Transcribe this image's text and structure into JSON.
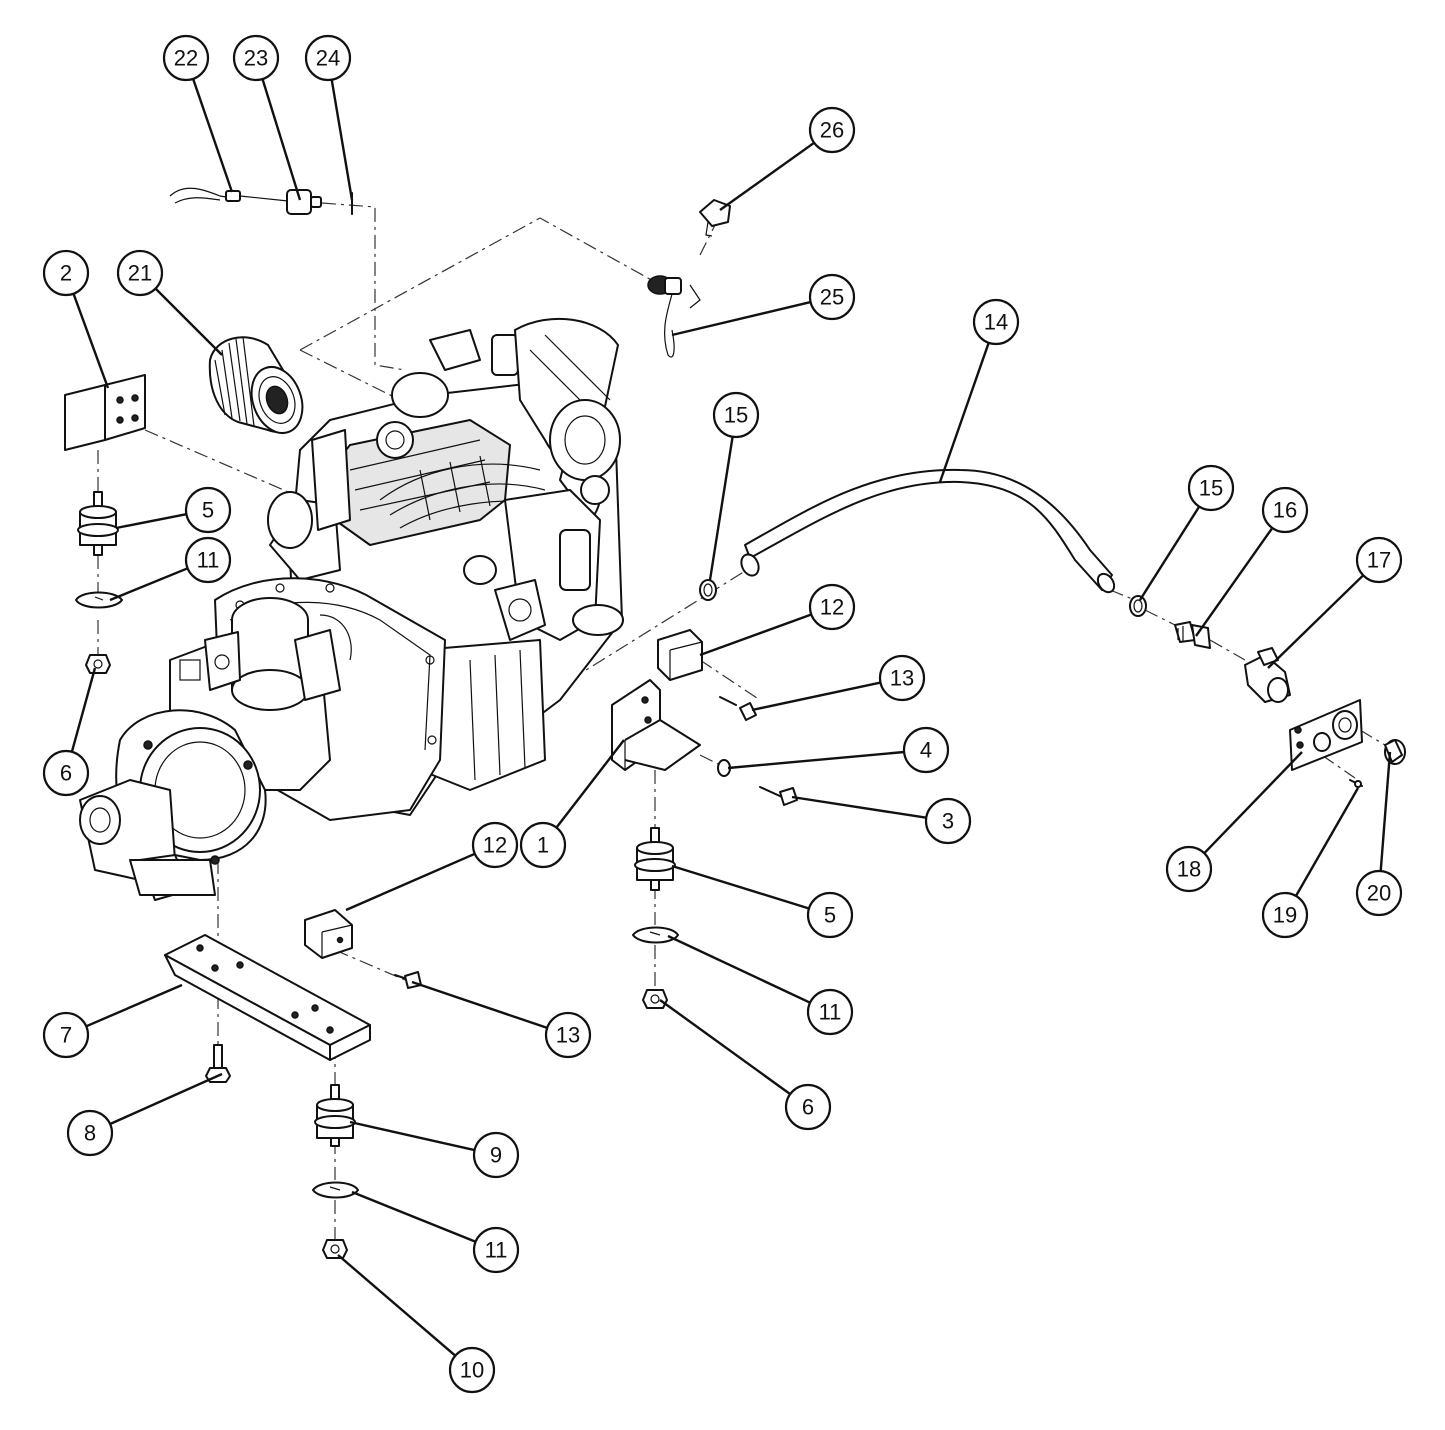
{
  "callouts": [
    {
      "label": "22"
    },
    {
      "label": "23"
    },
    {
      "label": "24"
    },
    {
      "label": "26"
    },
    {
      "label": "2"
    },
    {
      "label": "21"
    },
    {
      "label": "25"
    },
    {
      "label": "14"
    },
    {
      "label": "15"
    },
    {
      "label": "15"
    },
    {
      "label": "16"
    },
    {
      "label": "17"
    },
    {
      "label": "5"
    },
    {
      "label": "11"
    },
    {
      "label": "12"
    },
    {
      "label": "13"
    },
    {
      "label": "4"
    },
    {
      "label": "6"
    },
    {
      "label": "3"
    },
    {
      "label": "12"
    },
    {
      "label": "1"
    },
    {
      "label": "18"
    },
    {
      "label": "20"
    },
    {
      "label": "19"
    },
    {
      "label": "5"
    },
    {
      "label": "11"
    },
    {
      "label": "7"
    },
    {
      "label": "13"
    },
    {
      "label": "6"
    },
    {
      "label": "8"
    },
    {
      "label": "9"
    },
    {
      "label": "11"
    },
    {
      "label": "10"
    }
  ]
}
